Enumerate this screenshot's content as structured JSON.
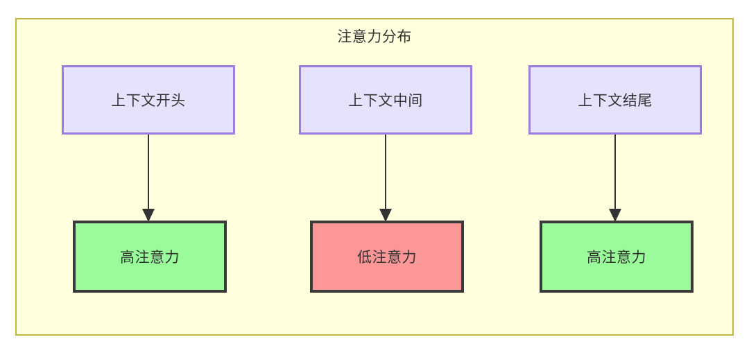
{
  "diagram": {
    "title": "注意力分布",
    "type": "flowchart",
    "background_color": "#ffffff",
    "container": {
      "fill": "#ffffde",
      "stroke": "#bfb83f"
    },
    "colors": {
      "source_fill": "#e6e2fb",
      "source_stroke": "#9a7ddf",
      "high_attention_fill": "#99fb99",
      "low_attention_fill": "#fc9797",
      "target_stroke": "#3a3a3a",
      "text": "#333333",
      "edge": "#333333"
    },
    "columns": [
      {
        "source_label": "上下文开头",
        "target_label": "高注意力",
        "target_level": "high",
        "edge_direction": "down"
      },
      {
        "source_label": "上下文中间",
        "target_label": "低注意力",
        "target_level": "low",
        "edge_direction": "down"
      },
      {
        "source_label": "上下文结尾",
        "target_label": "高注意力",
        "target_level": "high",
        "edge_direction": "down"
      }
    ]
  }
}
